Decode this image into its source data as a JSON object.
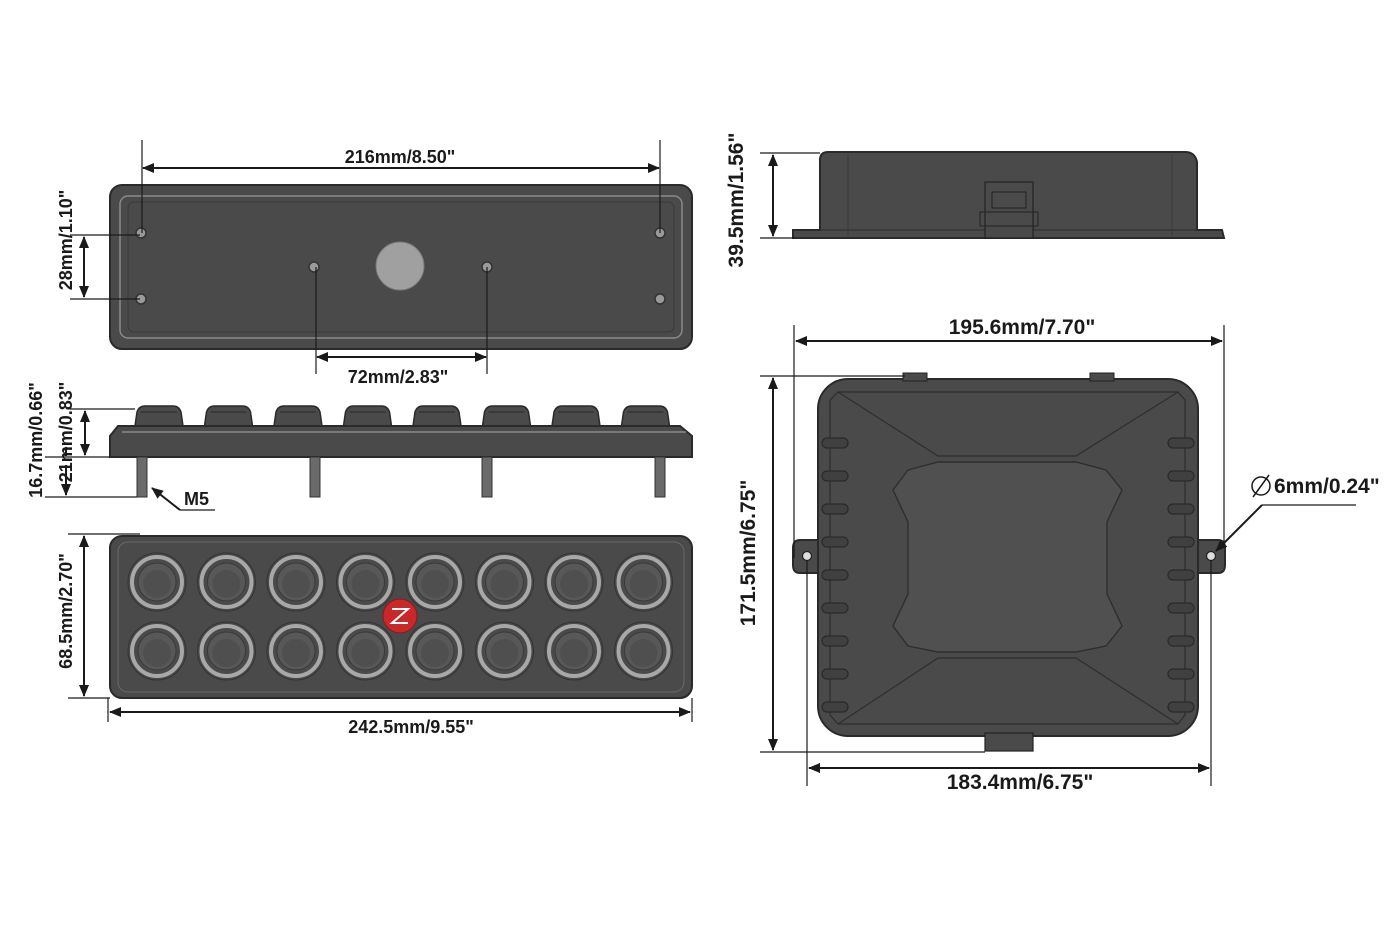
{
  "dimensions": {
    "top_width": "216mm/8.50\"",
    "top_hole_height": "28mm/1.10\"",
    "top_inner_spacing": "72mm/2.83\"",
    "side_total_height": "16.7mm/0.66\"",
    "side_body_height": "21mm/0.83\"",
    "stud_label": "M5",
    "front_height": "68.5mm/2.70\"",
    "front_width": "242.5mm/9.55\"",
    "right_side_height": "39.5mm/1.56\"",
    "right_top_width": "195.6mm/7.70\"",
    "right_depth": "171.5mm/6.75\"",
    "right_hole_diameter": "6mm/0.24\"",
    "right_bottom_width": "183.4mm/6.75\""
  },
  "colors": {
    "body": "#4a4a4a",
    "button_ring": "#a8a8a8",
    "logo": "#c8282a"
  }
}
